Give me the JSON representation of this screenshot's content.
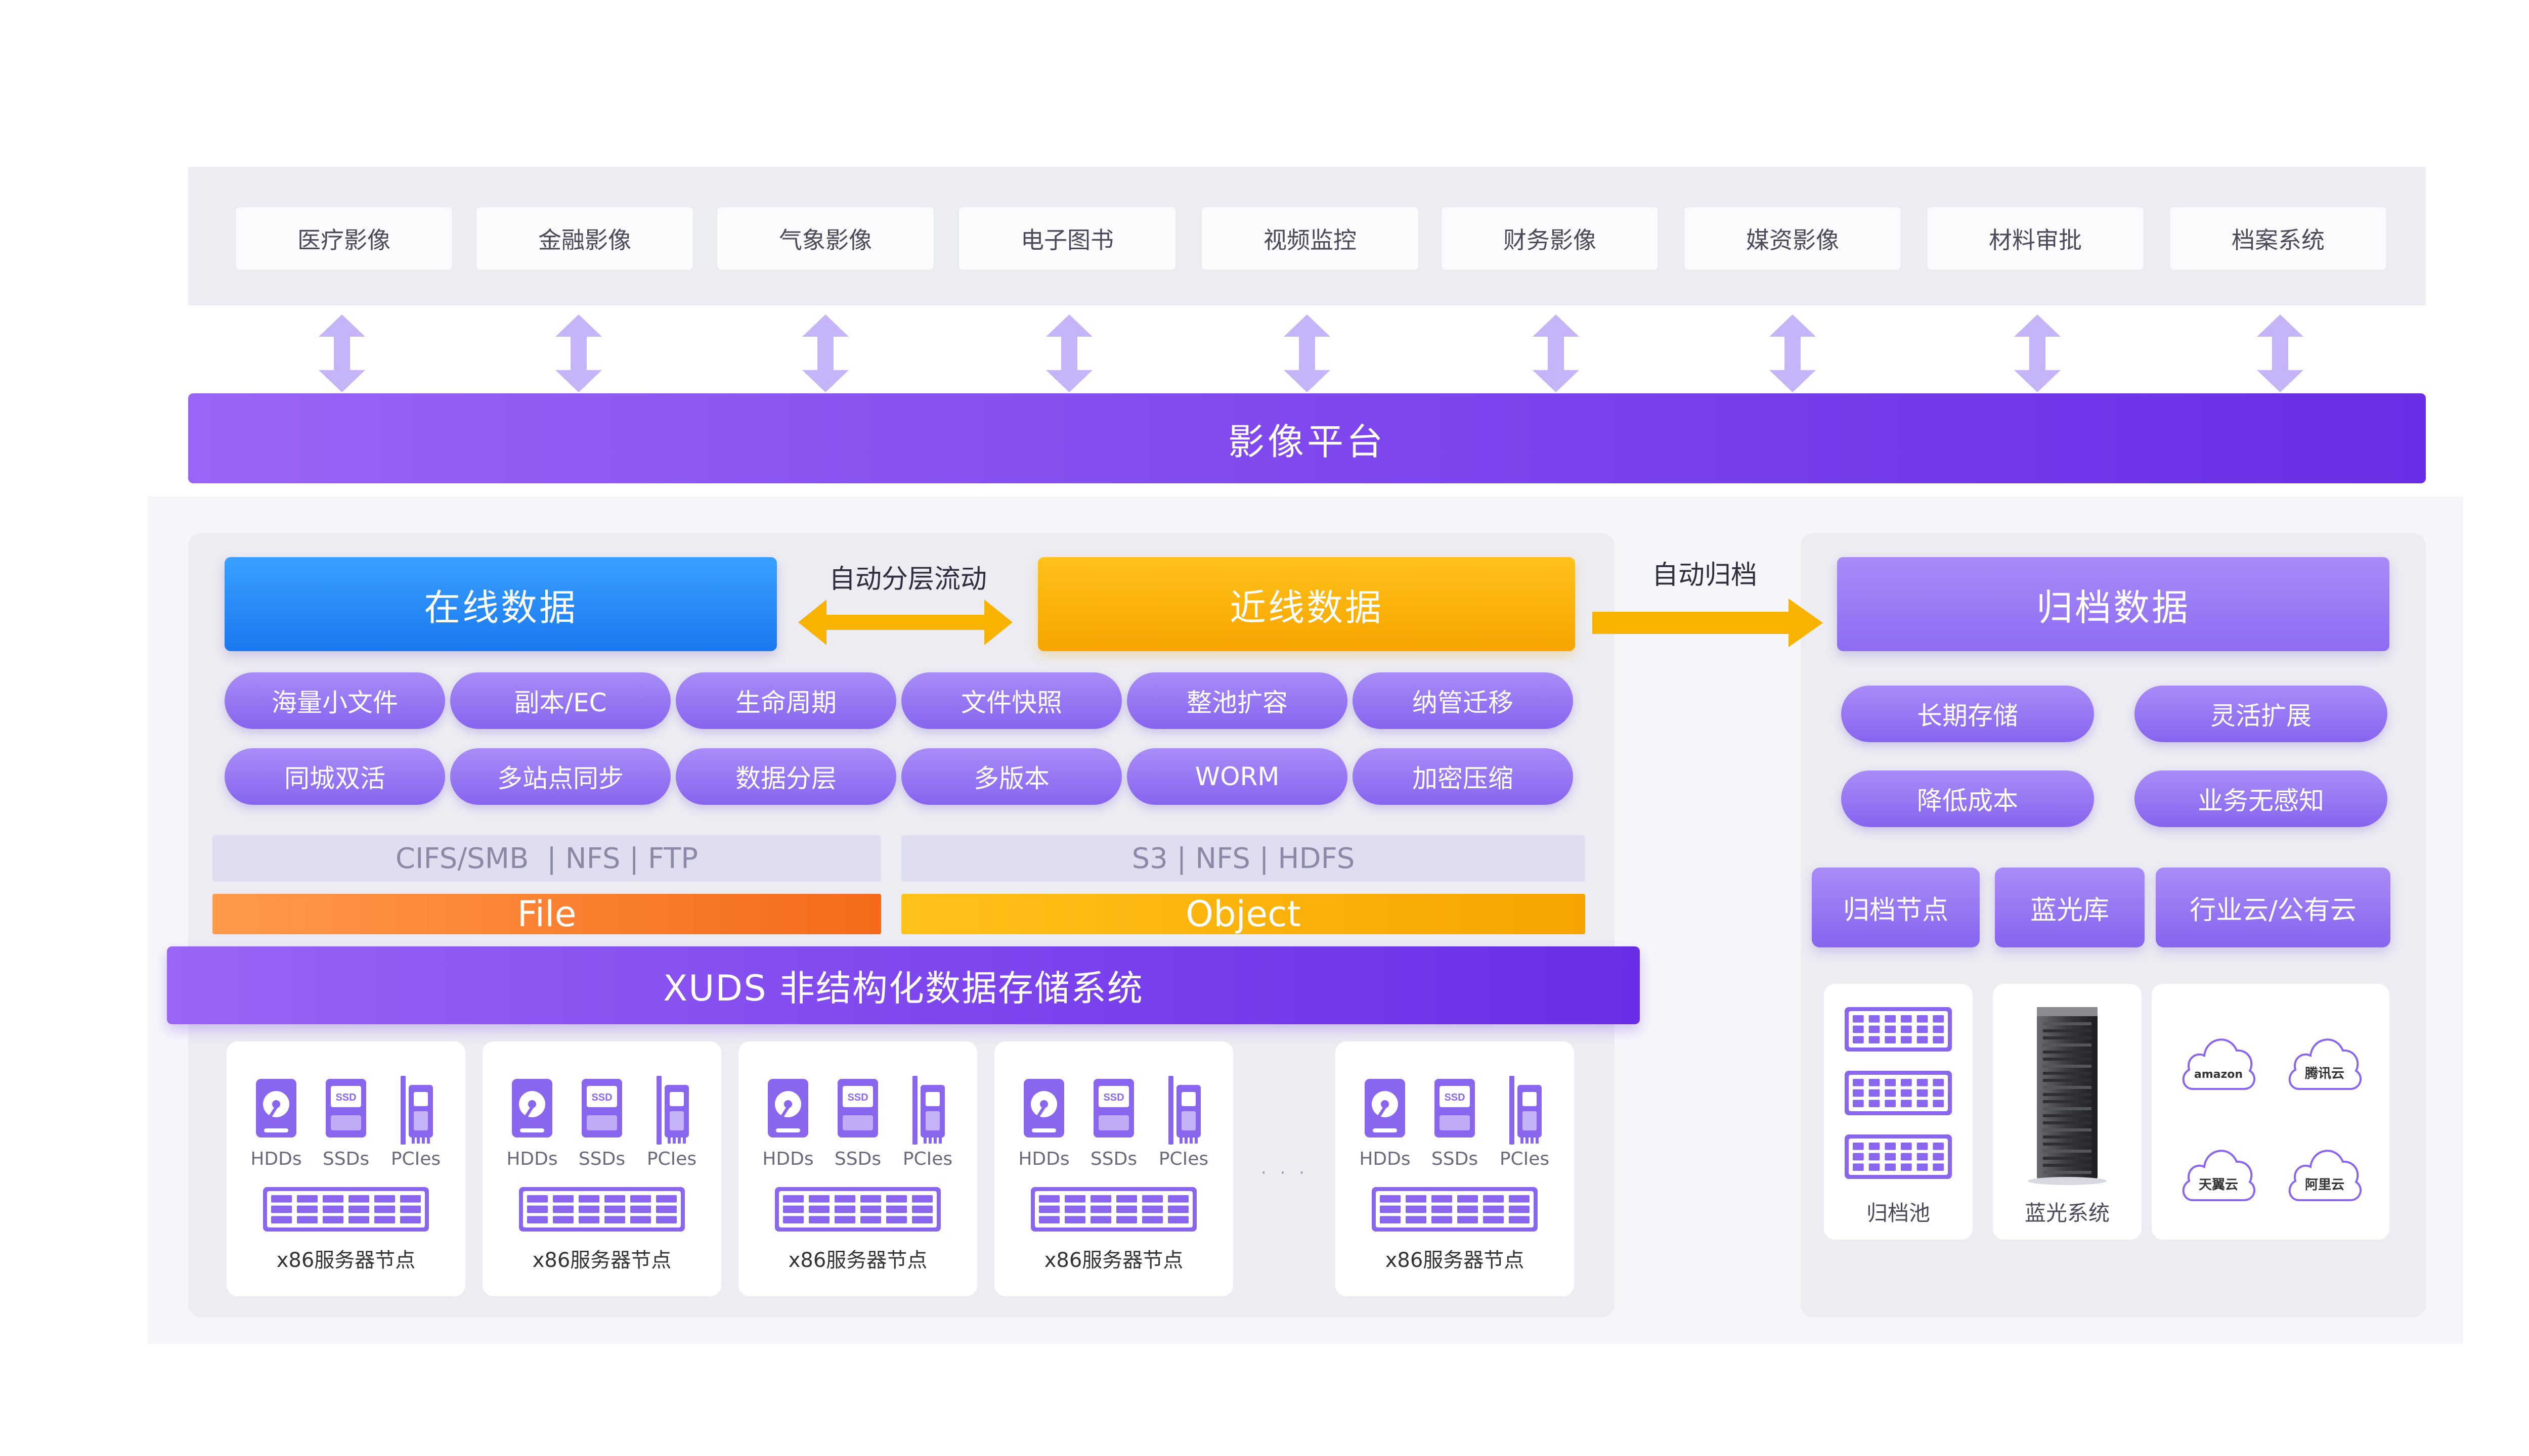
{
  "scenarios": [
    "医疗影像",
    "金融影像",
    "气象影像",
    "电子图书",
    "视频监控",
    "财务影像",
    "媒资影像",
    "材料审批",
    "档案系统"
  ],
  "platform": "影像平台",
  "online": "在线数据",
  "nearline": "近线数据",
  "tier_flow": "自动分层流动",
  "auto_archive": "自动归档",
  "archive_data": "归档数据",
  "features_row1": [
    "海量小文件",
    "副本/EC",
    "生命周期",
    "文件快照",
    "整池扩容",
    "纳管迁移"
  ],
  "features_row2": [
    "同城双活",
    "多站点同步",
    "数据分层",
    "多版本",
    "WORM",
    "加密压缩"
  ],
  "protocols": {
    "file": "CIFS/SMB  | NFS | FTP",
    "object": "S3 | NFS | HDFS"
  },
  "storage_types": {
    "file": "File",
    "object": "Object"
  },
  "system": "XUDS 非结构化数据存储系统",
  "node": {
    "hdd": "HDDs",
    "ssd": "SSDs",
    "pcie": "PCIes",
    "label": "x86服务器节点",
    "ssd_badge": "SSD"
  },
  "ellipsis": "· · ·",
  "archive_features": [
    "长期存储",
    "灵活扩展",
    "降低成本",
    "业务无感知"
  ],
  "archive_types": [
    "归档节点",
    "蓝光库",
    "行业云/公有云"
  ],
  "archive_cards": [
    "归档池",
    "蓝光系统"
  ],
  "clouds": [
    "amazon",
    "腾讯云",
    "天翼云",
    "阿里云"
  ],
  "colors": {
    "purple": "#7d46ee",
    "blue": "#1a78f0",
    "orange": "#f7a400",
    "file_orange": "#f46a1a",
    "arrow_lilac": "#c6b4f8"
  }
}
